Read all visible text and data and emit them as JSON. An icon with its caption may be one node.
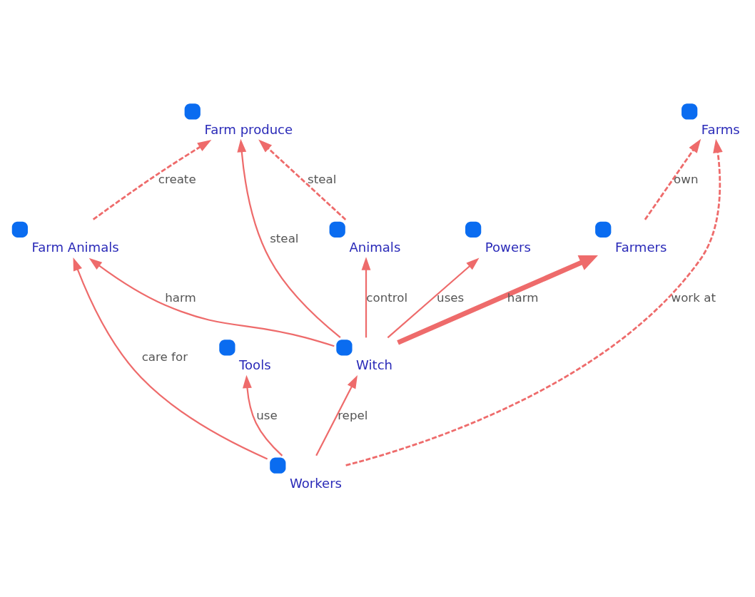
{
  "diagram": {
    "nodes": [
      {
        "text": [
          "Powers"
        ]
      },
      {
        "text": [
          "Farmers"
        ]
      },
      {
        "text": [
          "Witch"
        ]
      },
      {
        "text": [
          "Tools"
        ]
      },
      {
        "text": [
          "Farm Animals"
        ]
      },
      {
        "text": [
          "Farms"
        ]
      },
      {
        "text": [
          "Farm produce"
        ]
      },
      {
        "text": [
          "Animals"
        ]
      },
      {
        "text": [
          "Workers"
        ]
      }
    ],
    "edges": [
      {
        "from": 2,
        "to": 0,
        "arrow": "to",
        "label": "uses"
      },
      {
        "from": 2,
        "to": 1,
        "arrow": "to",
        "label": "harm",
        "style": "thick"
      },
      {
        "from": 2,
        "to": 4,
        "arrow": "to",
        "label": "harm"
      },
      {
        "from": 1,
        "to": 5,
        "arrow": "to",
        "label": "own",
        "style": "dashed"
      },
      {
        "from": 4,
        "to": 6,
        "arrow": "to",
        "label": "create",
        "style": "dashed"
      },
      {
        "from": 2,
        "to": 6,
        "arrow": "to",
        "label": "steal"
      },
      {
        "from": 2,
        "to": 7,
        "arrow": "to",
        "label": "control"
      },
      {
        "from": 7,
        "to": 6,
        "arrow": "to",
        "label": "steal",
        "style": "dashed"
      },
      {
        "from": 8,
        "to": 3,
        "arrow": "to",
        "label": "use"
      },
      {
        "from": 8,
        "to": 4,
        "arrow": "to",
        "label": "care for"
      },
      {
        "from": 8,
        "to": 5,
        "arrow": "to",
        "label": "work at",
        "style": "dashed"
      },
      {
        "from": 8,
        "to": 2,
        "arrow": "to",
        "label": "repel"
      }
    ]
  }
}
